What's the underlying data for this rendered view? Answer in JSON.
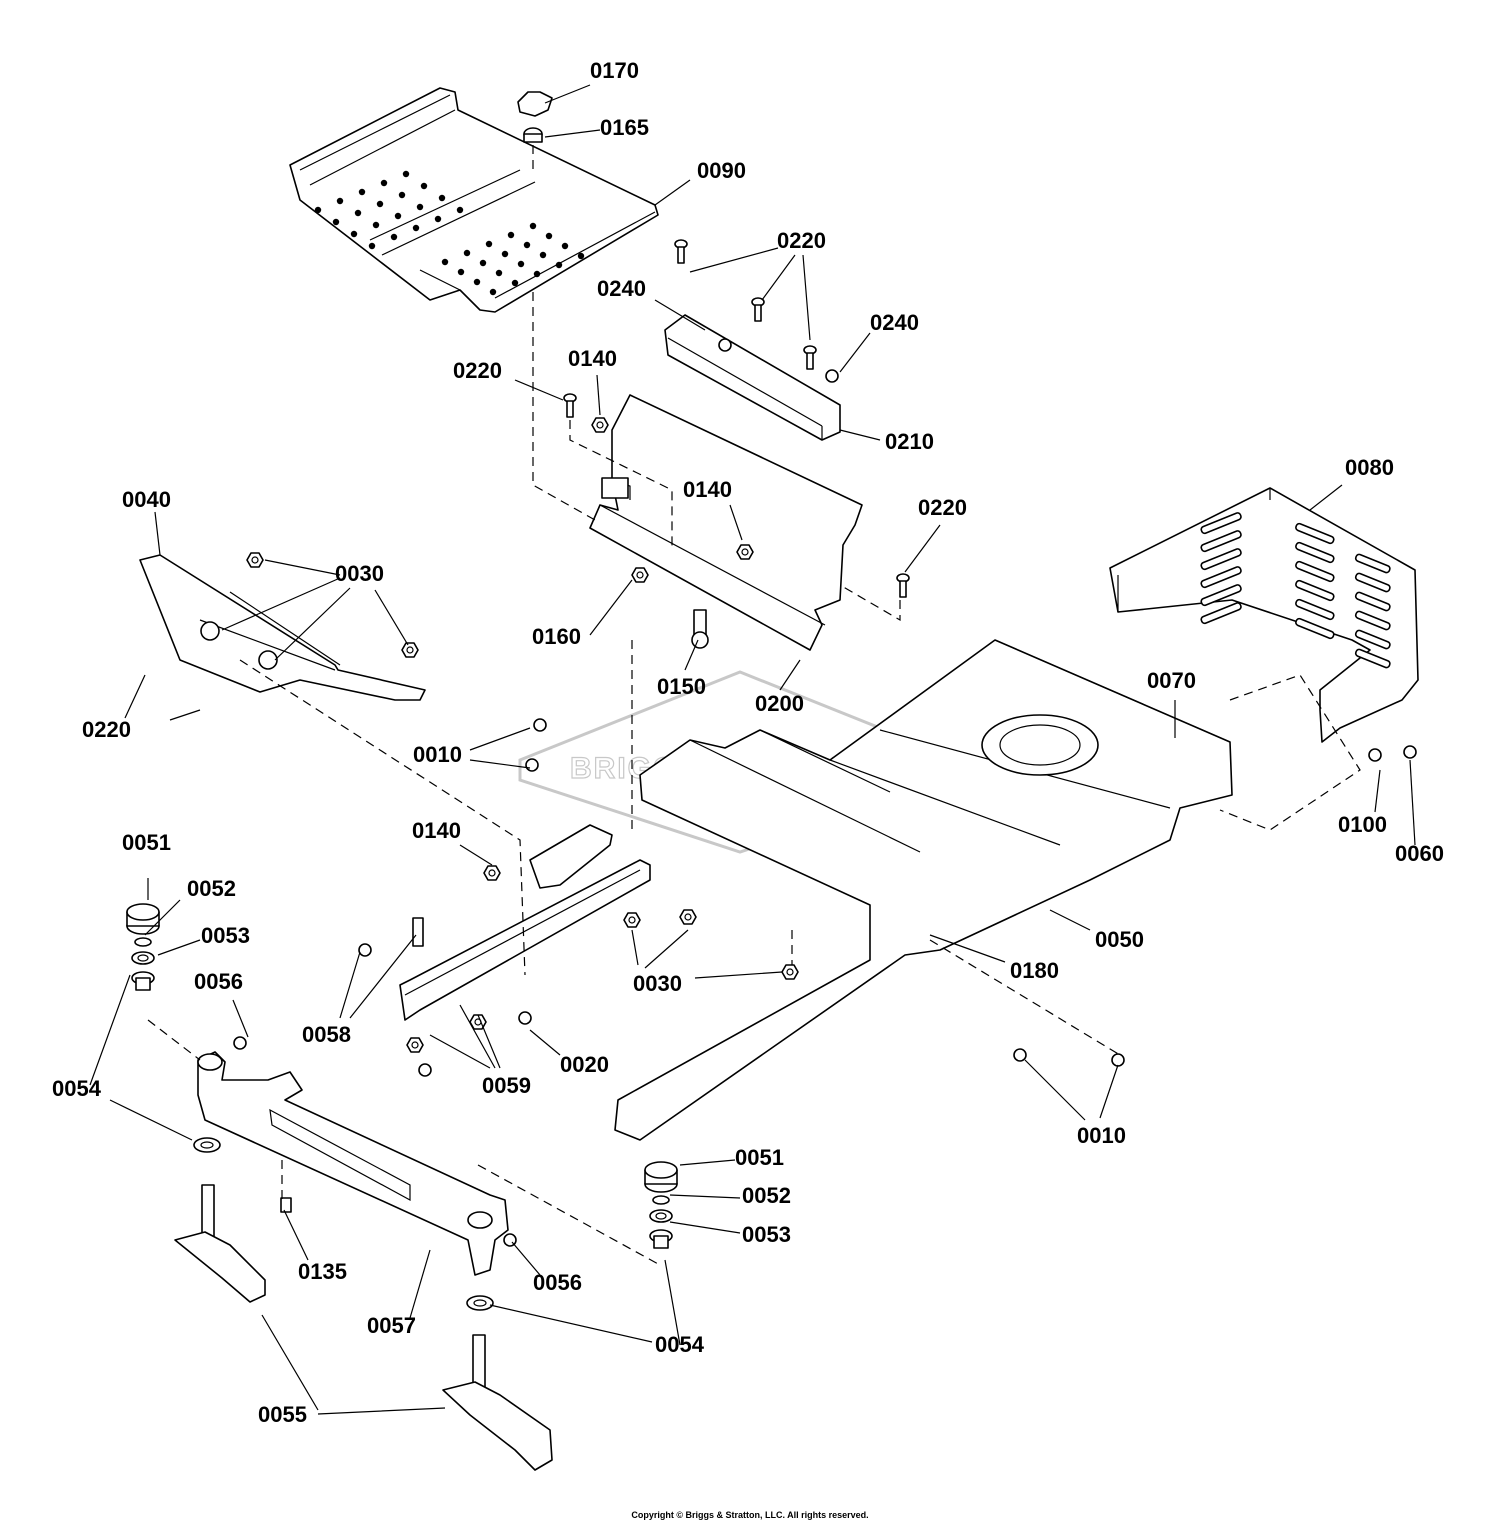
{
  "diagram": {
    "watermark": "BRIGGS & STRATTON",
    "callouts": [
      {
        "id": "c-0170",
        "text": "0170"
      },
      {
        "id": "c-0165",
        "text": "0165"
      },
      {
        "id": "c-0090",
        "text": "0090"
      },
      {
        "id": "c-0220a",
        "text": "0220"
      },
      {
        "id": "c-0240a",
        "text": "0240"
      },
      {
        "id": "c-0240b",
        "text": "0240"
      },
      {
        "id": "c-0220b",
        "text": "0220"
      },
      {
        "id": "c-0140a",
        "text": "0140"
      },
      {
        "id": "c-0210",
        "text": "0210"
      },
      {
        "id": "c-0140b",
        "text": "0140"
      },
      {
        "id": "c-0220c",
        "text": "0220"
      },
      {
        "id": "c-0080",
        "text": "0080"
      },
      {
        "id": "c-0040",
        "text": "0040"
      },
      {
        "id": "c-0030a",
        "text": "0030"
      },
      {
        "id": "c-0160",
        "text": "0160"
      },
      {
        "id": "c-0150",
        "text": "0150"
      },
      {
        "id": "c-0200",
        "text": "0200"
      },
      {
        "id": "c-0220d",
        "text": "0220"
      },
      {
        "id": "c-0070",
        "text": "0070"
      },
      {
        "id": "c-0010a",
        "text": "0010"
      },
      {
        "id": "c-0100",
        "text": "0100"
      },
      {
        "id": "c-0060",
        "text": "0060"
      },
      {
        "id": "c-0051a",
        "text": "0051"
      },
      {
        "id": "c-0140c",
        "text": "0140"
      },
      {
        "id": "c-0052a",
        "text": "0052"
      },
      {
        "id": "c-0053a",
        "text": "0053"
      },
      {
        "id": "c-0050",
        "text": "0050"
      },
      {
        "id": "c-0180",
        "text": "0180"
      },
      {
        "id": "c-0056a",
        "text": "0056"
      },
      {
        "id": "c-0030b",
        "text": "0030"
      },
      {
        "id": "c-0058",
        "text": "0058"
      },
      {
        "id": "c-0020",
        "text": "0020"
      },
      {
        "id": "c-0054a",
        "text": "0054"
      },
      {
        "id": "c-0059",
        "text": "0059"
      },
      {
        "id": "c-0010b",
        "text": "0010"
      },
      {
        "id": "c-0051b",
        "text": "0051"
      },
      {
        "id": "c-0052b",
        "text": "0052"
      },
      {
        "id": "c-0053b",
        "text": "0053"
      },
      {
        "id": "c-0135",
        "text": "0135"
      },
      {
        "id": "c-0056b",
        "text": "0056"
      },
      {
        "id": "c-0057",
        "text": "0057"
      },
      {
        "id": "c-0054b",
        "text": "0054"
      },
      {
        "id": "c-0055",
        "text": "0055"
      }
    ]
  },
  "footer": {
    "copyright": "Copyright © Briggs & Stratton, LLC. All rights reserved."
  }
}
